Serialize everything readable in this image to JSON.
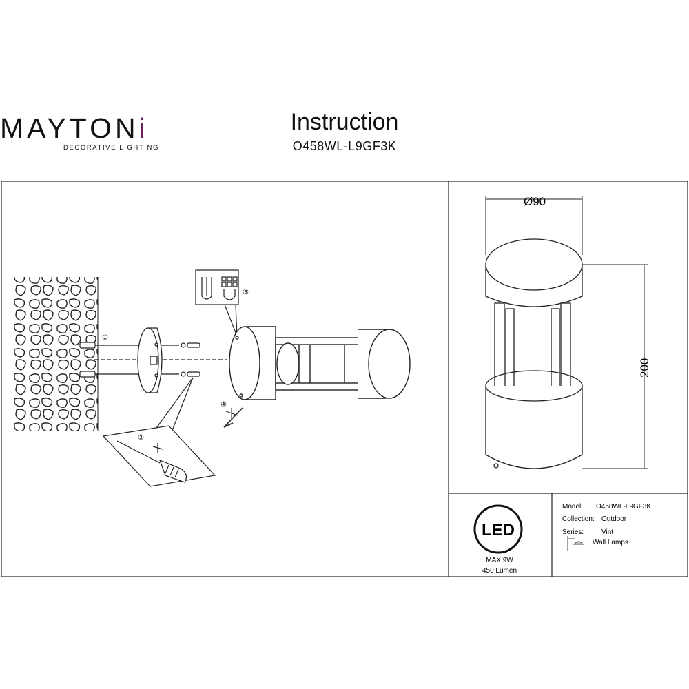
{
  "header": {
    "brand_prefix": "MAYTON",
    "brand_suffix": "i",
    "tagline": "DECORATIVE LIGHTING",
    "title": "Instruction",
    "model": "O458WL-L9GF3K"
  },
  "steps": [
    "①",
    "②",
    "③",
    "④"
  ],
  "dimensions": {
    "diameter": "Ø90",
    "height": "200"
  },
  "led": {
    "badge": "LED",
    "power": "MAX 9W",
    "lumen": "450 Lumen"
  },
  "specs": {
    "model_label": "Model:",
    "model_value": "O458WL-L9GF3K",
    "collection_label": "Collection:",
    "collection_value": "Outdoor",
    "series_label": "Series:",
    "series_value": "Vint",
    "type_value": "Wall Lamps"
  },
  "icons": [
    "led-badge-icon",
    "wall-lamp-icon",
    "screwdriver-icon",
    "allen-key-icon",
    "terminal-block-icon"
  ],
  "colors": {
    "brand_accent": "#6a1f5c",
    "line": "#222222"
  }
}
